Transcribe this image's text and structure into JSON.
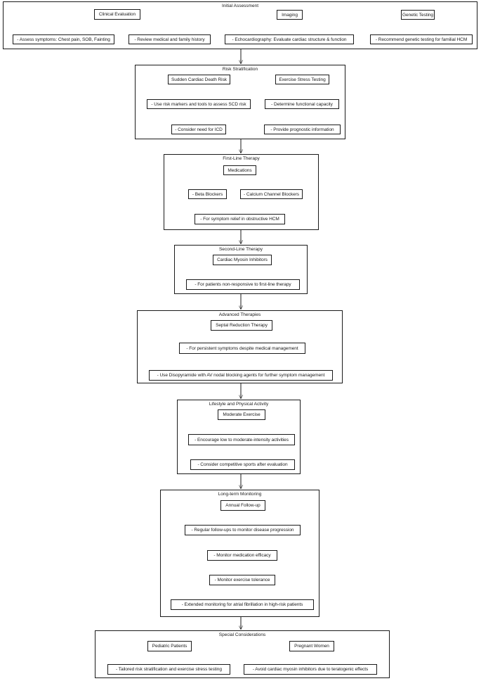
{
  "diagram": {
    "colors": {
      "line": "#1a1a1a",
      "background": "#ffffff",
      "text": "#1a1a1a"
    },
    "sections": {
      "initial_assessment": {
        "title": "Initial Assessment",
        "nodes": {
          "clinical_evaluation": "Clinical Evaluation",
          "imaging": "Imaging",
          "genetic_testing": "Genetic Testing",
          "assess_symptoms": "- Assess symptoms: Chest pain, SOB, Fainting",
          "review_history": "- Review medical and family history",
          "echocardiography": "- Echocardiography: Evaluate cardiac structure & function",
          "recommend_genetic": "- Recommend genetic testing for familial HCM"
        }
      },
      "risk_stratification": {
        "title": "Risk Stratification",
        "nodes": {
          "scd_risk": "Sudden Cardiac Death Risk",
          "exercise_stress": "Exercise Stress Testing",
          "risk_markers": "- Use risk markers and tools to assess SCD risk",
          "functional_capacity": "- Determine functional capacity",
          "icd": "- Consider need for ICD",
          "prognostic": "- Provide prognostic information"
        }
      },
      "first_line": {
        "title": "First-Line Therapy",
        "nodes": {
          "medications": "Medications",
          "beta_blockers": "- Beta Blockers",
          "calcium_blockers": "- Calcium Channel Blockers",
          "symptom_relief": "- For symptom relief in obstructive HCM"
        }
      },
      "second_line": {
        "title": "Second-Line Therapy",
        "nodes": {
          "myosin_inhibitors": "Cardiac Myosin Inhibitors",
          "non_responsive": "- For patients non-responsive to first-line therapy"
        }
      },
      "advanced": {
        "title": "Advanced Therapies",
        "nodes": {
          "septal_reduction": "Septal Reduction Therapy",
          "persistent_symptoms": "- For persistent symptoms despite medical management",
          "disopyramide": "- Use Disopyramide with AV nodal blocking agents for further symptom management"
        }
      },
      "lifestyle": {
        "title": "Lifestyle and Physical Activity",
        "nodes": {
          "moderate_exercise": "Moderate Exercise",
          "encourage_activities": "- Encourage low to moderate-intensity activities",
          "competitive_sports": "- Consider competitive sports after evaluation"
        }
      },
      "monitoring": {
        "title": "Long-term Monitoring",
        "nodes": {
          "annual_followup": "Annual Follow-up",
          "regular_followups": "- Regular follow-ups to monitor disease progression",
          "medication_efficacy": "- Monitor medication efficacy",
          "exercise_tolerance": "- Monitor exercise tolerance",
          "extended_monitoring": "- Extended monitoring for atrial fibrillation in high-risk patients"
        }
      },
      "special": {
        "title": "Special Considerations",
        "nodes": {
          "pediatric": "Pediatric Patients",
          "pregnant": "Pregnant Women",
          "tailored_risk": "- Tailored risk stratification and exercise stress testing",
          "avoid_myosin": "- Avoid cardiac myosin inhibitors due to teratogenic effects"
        }
      }
    }
  }
}
